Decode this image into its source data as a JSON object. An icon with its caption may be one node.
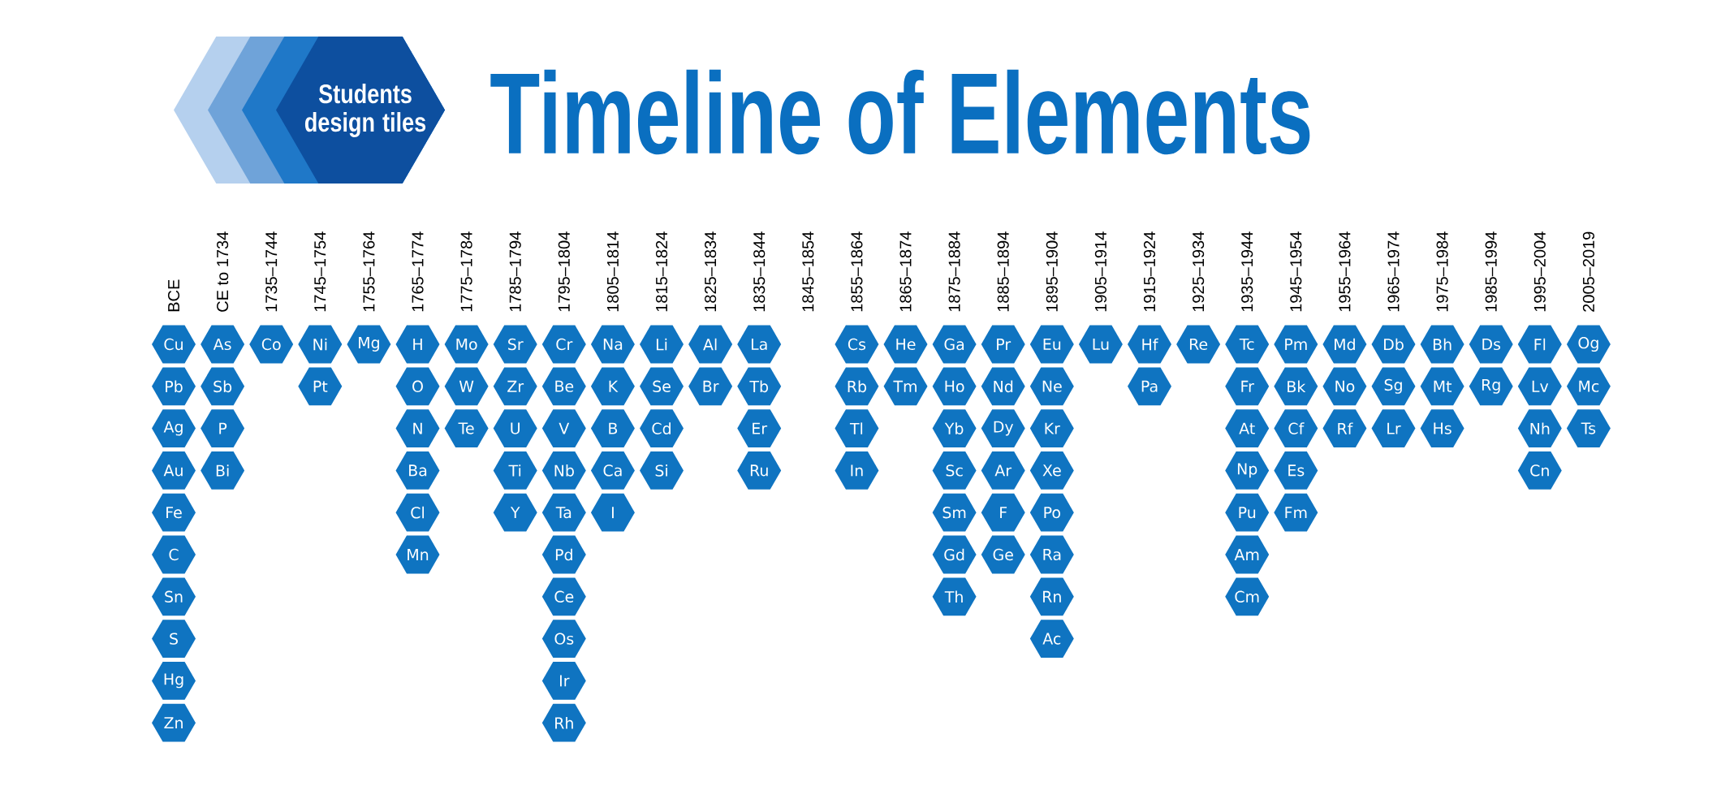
{
  "diagram": {
    "title": "Timeline of Elements",
    "nodes": [
      {
        "text": [
          "Students design tiles"
        ]
      },
      {
        "text": [
          "Cu"
        ]
      },
      {
        "text": [
          "Pb"
        ]
      },
      {
        "text": [
          "Ag"
        ]
      },
      {
        "text": [
          "Au"
        ]
      },
      {
        "text": [
          "Fe"
        ]
      },
      {
        "text": [
          "C"
        ]
      },
      {
        "text": [
          "Sn"
        ]
      },
      {
        "text": [
          "S"
        ]
      },
      {
        "text": [
          "Hg"
        ]
      },
      {
        "text": [
          "Zn"
        ]
      },
      {
        "text": [
          "As"
        ]
      },
      {
        "text": [
          "Sb"
        ]
      },
      {
        "text": [
          "P"
        ]
      },
      {
        "text": [
          "Bi"
        ]
      },
      {
        "text": [
          "Co"
        ]
      },
      {
        "text": [
          "Ni"
        ]
      },
      {
        "text": [
          "Pt"
        ]
      },
      {
        "text": [
          "Mg"
        ]
      },
      {
        "text": [
          "H"
        ]
      },
      {
        "text": [
          "O"
        ]
      },
      {
        "text": [
          "N"
        ]
      },
      {
        "text": [
          "Ba"
        ]
      },
      {
        "text": [
          "Cl"
        ]
      },
      {
        "text": [
          "Mn"
        ]
      },
      {
        "text": [
          "Mo"
        ]
      },
      {
        "text": [
          "W"
        ]
      },
      {
        "text": [
          "Te"
        ]
      },
      {
        "text": [
          "Sr"
        ]
      },
      {
        "text": [
          "Zr"
        ]
      },
      {
        "text": [
          "U"
        ]
      },
      {
        "text": [
          "Ti"
        ]
      },
      {
        "text": [
          "Y"
        ]
      },
      {
        "text": [
          "Cr"
        ]
      },
      {
        "text": [
          "Be"
        ]
      },
      {
        "text": [
          "V"
        ]
      },
      {
        "text": [
          "Nb"
        ]
      },
      {
        "text": [
          "Ta"
        ]
      },
      {
        "text": [
          "Pd"
        ]
      },
      {
        "text": [
          "Ce"
        ]
      },
      {
        "text": [
          "Os"
        ]
      },
      {
        "text": [
          "Ir"
        ]
      },
      {
        "text": [
          "Rh"
        ]
      },
      {
        "text": [
          "Na"
        ]
      },
      {
        "text": [
          "K"
        ]
      },
      {
        "text": [
          "B"
        ]
      },
      {
        "text": [
          "Ca"
        ]
      },
      {
        "text": [
          "I"
        ]
      },
      {
        "text": [
          "Li"
        ]
      },
      {
        "text": [
          "Se"
        ]
      },
      {
        "text": [
          "Cd"
        ]
      },
      {
        "text": [
          "Si"
        ]
      },
      {
        "text": [
          "Al"
        ]
      },
      {
        "text": [
          "Br"
        ]
      },
      {
        "text": [
          "La"
        ]
      },
      {
        "text": [
          "Tb"
        ]
      },
      {
        "text": [
          "Er"
        ]
      },
      {
        "text": [
          "Ru"
        ]
      },
      {
        "text": [
          "Cs"
        ]
      },
      {
        "text": [
          "Rb"
        ]
      },
      {
        "text": [
          "Tl"
        ]
      },
      {
        "text": [
          "In"
        ]
      },
      {
        "text": [
          "He"
        ]
      },
      {
        "text": [
          "Tm"
        ]
      },
      {
        "text": [
          "Ga"
        ]
      },
      {
        "text": [
          "Ho"
        ]
      },
      {
        "text": [
          "Yb"
        ]
      },
      {
        "text": [
          "Sc"
        ]
      },
      {
        "text": [
          "Sm"
        ]
      },
      {
        "text": [
          "Gd"
        ]
      },
      {
        "text": [
          "Th"
        ]
      },
      {
        "text": [
          "Pr"
        ]
      },
      {
        "text": [
          "Nd"
        ]
      },
      {
        "text": [
          "Dy"
        ]
      },
      {
        "text": [
          "Ar"
        ]
      },
      {
        "text": [
          "F"
        ]
      },
      {
        "text": [
          "Ge"
        ]
      },
      {
        "text": [
          "Eu"
        ]
      },
      {
        "text": [
          "Ne"
        ]
      },
      {
        "text": [
          "Kr"
        ]
      },
      {
        "text": [
          "Xe"
        ]
      },
      {
        "text": [
          "Po"
        ]
      },
      {
        "text": [
          "Ra"
        ]
      },
      {
        "text": [
          "Rn"
        ]
      },
      {
        "text": [
          "Ac"
        ]
      },
      {
        "text": [
          "Lu"
        ]
      },
      {
        "text": [
          "Hf"
        ]
      },
      {
        "text": [
          "Pa"
        ]
      },
      {
        "text": [
          "Re"
        ]
      },
      {
        "text": [
          "Tc"
        ]
      },
      {
        "text": [
          "Fr"
        ]
      },
      {
        "text": [
          "At"
        ]
      },
      {
        "text": [
          "Np"
        ]
      },
      {
        "text": [
          "Pu"
        ]
      },
      {
        "text": [
          "Am"
        ]
      },
      {
        "text": [
          "Cm"
        ]
      },
      {
        "text": [
          "Pm"
        ]
      },
      {
        "text": [
          "Bk"
        ]
      },
      {
        "text": [
          "Cf"
        ]
      },
      {
        "text": [
          "Es"
        ]
      },
      {
        "text": [
          "Fm"
        ]
      },
      {
        "text": [
          "Md"
        ]
      },
      {
        "text": [
          "No"
        ]
      },
      {
        "text": [
          "Rf"
        ]
      },
      {
        "text": [
          "Db"
        ]
      },
      {
        "text": [
          "Sg"
        ]
      },
      {
        "text": [
          "Lr"
        ]
      },
      {
        "text": [
          "Bh"
        ]
      },
      {
        "text": [
          "Mt"
        ]
      },
      {
        "text": [
          "Hs"
        ]
      },
      {
        "text": [
          "Ds"
        ]
      },
      {
        "text": [
          "Rg"
        ]
      },
      {
        "text": [
          "Fl"
        ]
      },
      {
        "text": [
          "Lv"
        ]
      },
      {
        "text": [
          "Nh"
        ]
      },
      {
        "text": [
          "Cn"
        ]
      },
      {
        "text": [
          "Og"
        ]
      },
      {
        "text": [
          "Mc"
        ]
      },
      {
        "text": [
          "Ts"
        ]
      }
    ],
    "labels": [
      "BCE",
      "CE to 1734",
      "1735–1744",
      "1745–1754",
      "1755–1764",
      "1765–1774",
      "1775–1784",
      "1785–1794",
      "1795–1804",
      "1805–1814",
      "1815–1824",
      "1825–1834",
      "1835–1844",
      "1845–1854",
      "1855–1864",
      "1865–1874",
      "1875–1884",
      "1885–1894",
      "1895–1904",
      "1905–1914",
      "1915–1924",
      "1925–1934",
      "1935–1944",
      "1945–1954",
      "1955–1964",
      "1965–1974",
      "1975–1984",
      "1985–1994",
      "1995–2004",
      "2005–2019"
    ]
  }
}
